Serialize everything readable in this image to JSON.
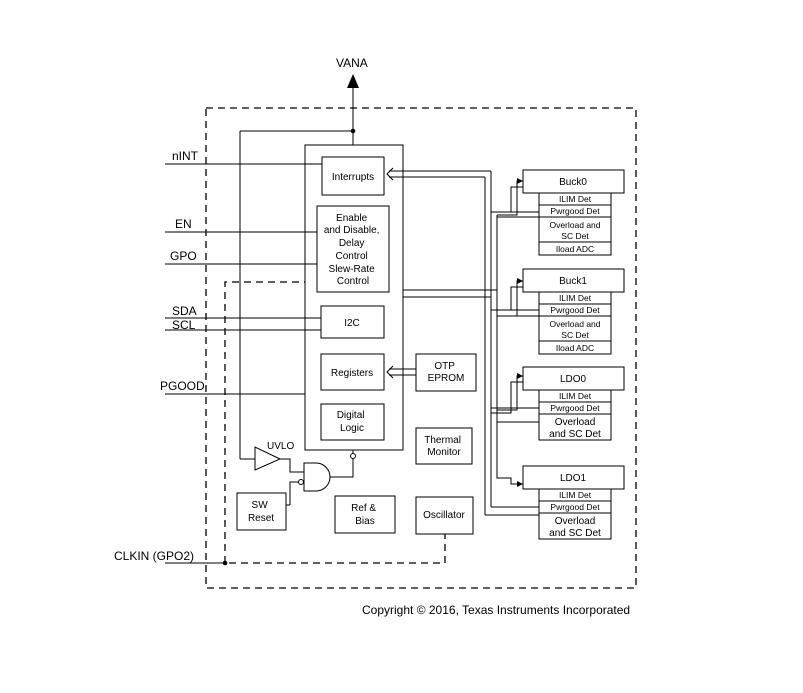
{
  "pins": {
    "vana": "VANA",
    "nint": "nINT",
    "en": "EN",
    "gpo": "GPO",
    "sda": "SDA",
    "scl": "SCL",
    "pgood": "PGOOD",
    "clkin": "CLKIN (GPO2)"
  },
  "blocks": {
    "interrupts": "Interrupts",
    "enable": [
      "Enable",
      "and Disable,",
      "Delay",
      "Control",
      "Slew-Rate",
      "Control"
    ],
    "i2c": "I2C",
    "registers": "Registers",
    "otp": [
      "OTP",
      "EPROM"
    ],
    "digital_logic": [
      "Digital",
      "Logic"
    ],
    "thermal_monitor": [
      "Thermal",
      "Monitor"
    ],
    "uvlo": "UVLO",
    "sw_reset": [
      "SW",
      "Reset"
    ],
    "ref_bias": [
      "Ref &",
      "Bias"
    ],
    "oscillator": "Oscillator"
  },
  "regulators": [
    {
      "name": "Buck0",
      "rows": [
        "ILIM Det",
        "Pwrgood Det",
        "Overload and SC Det",
        "Iload ADC"
      ]
    },
    {
      "name": "Buck1",
      "rows": [
        "ILIM Det",
        "Pwrgood Det",
        "Overload and SC Det",
        "Iload ADC"
      ]
    },
    {
      "name": "LDO0",
      "rows": [
        "ILIM Det",
        "Pwrgood Det",
        "Overload and SC Det"
      ]
    },
    {
      "name": "LDO1",
      "rows": [
        "ILIM Det",
        "Pwrgood Det",
        "Overload and SC Det"
      ]
    }
  ],
  "copyright": "Copyright © 2016, Texas Instruments Incorporated"
}
